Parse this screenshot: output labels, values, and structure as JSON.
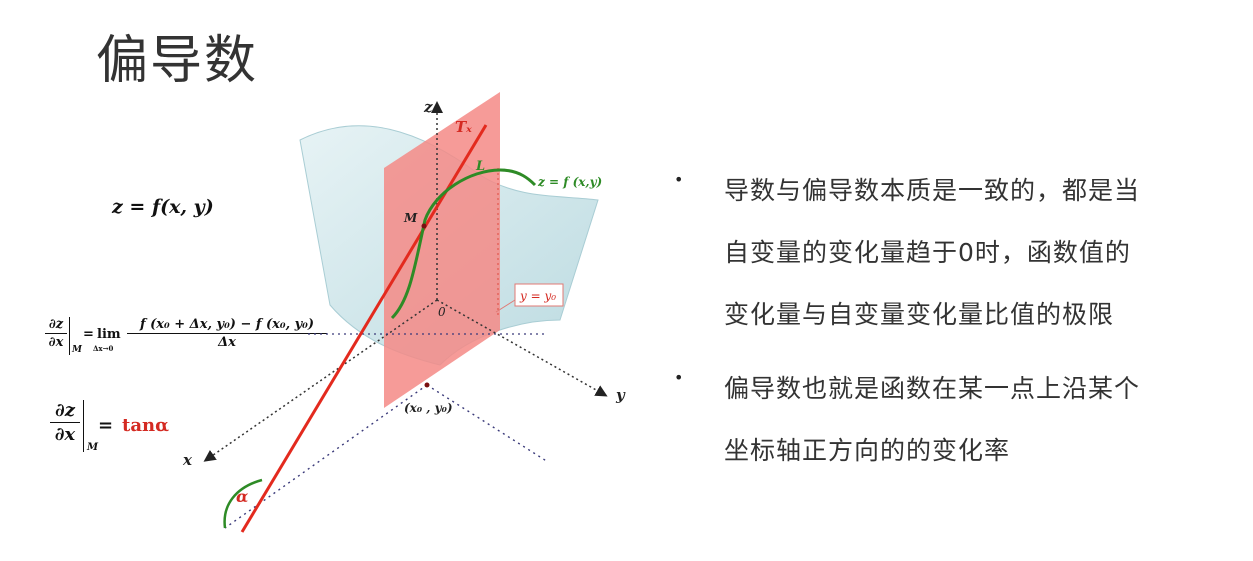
{
  "title": "偏导数",
  "formulas": {
    "surface_eq": "z = f(x, y)",
    "lim_lhs_num": "∂z",
    "lim_lhs_den": "∂x",
    "lim_sub": "M",
    "lim_eq": "=",
    "lim_word": "lim",
    "lim_under": "Δx→0",
    "lim_num": "f (x₀ + Δx, y₀) − f (x₀, y₀)",
    "lim_den": "Δx",
    "tan_lhs_num": "∂z",
    "tan_lhs_den": "∂x",
    "tan_sub": "M",
    "tan_eq": "=",
    "tan_rhs": "tanα"
  },
  "diagram": {
    "z_axis": "z",
    "x_axis": "x",
    "y_axis": "y",
    "origin": "0",
    "tangent_label": "Tₓ",
    "curve_label": "L",
    "point_label": "M",
    "surface_label": "z = f (x,y)",
    "plane_label": "y = y₀",
    "base_point_label": "(x₀ , y₀)",
    "angle_label": "α",
    "colors": {
      "plane": "#f48a86",
      "tangent": "#e32a1e",
      "curve": "#2e8b26",
      "surface": "#cfe6ea"
    }
  },
  "bullets": [
    {
      "lines": [
        "导数与偏导数本质是一致的，都是当",
        "自变量的变化量趋于0时，函数值的",
        "变化量与自变量变化量比值的极限"
      ]
    },
    {
      "lines": [
        "偏导数也就是函数在某一点上沿某个",
        "坐标轴正方向的的变化率"
      ]
    }
  ]
}
